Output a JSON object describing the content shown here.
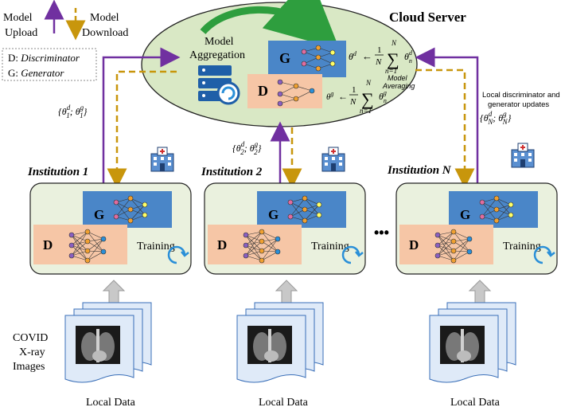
{
  "legend": {
    "upload": "Model Upload",
    "upload_l1": "Model",
    "upload_l2": "Upload",
    "download_l1": "Model",
    "download_l2": "Download",
    "upload_color": "#7030a0",
    "download_color": "#c8960c"
  },
  "definitions": {
    "d_prefix": "D: ",
    "d_term": "Discriminator",
    "g_prefix": "G: ",
    "g_term": "Generator"
  },
  "cloud": {
    "title": "Cloud Server",
    "aggregation_l1": "Model",
    "aggregation_l2": "Aggregation",
    "averaging_l1": "Model",
    "averaging_l2": "Averaging",
    "g_label": "G",
    "d_label": "D",
    "eq_d_lhs": "θ",
    "eq_d_sup": "d",
    "eq_arrow": "← ",
    "eq_frac_num": "1",
    "eq_frac_den": "N",
    "eq_sum": "∑",
    "eq_sum_top": "N",
    "eq_sum_bottom": "n=1",
    "eq_d_term": "θ",
    "eq_d_term_sub": "n",
    "eq_d_term_sup": "d",
    "eq_g_lhs": "θ",
    "eq_g_sup": "g",
    "eq_g_term_sup": "g",
    "fill_color": "#d9e8c5"
  },
  "updates_note_l1": "Local discriminator and",
  "updates_note_l2": "generator updates",
  "params": {
    "inst1": "{θ 1 ; θ 1 }",
    "inst1_sup_d": "d",
    "inst1_sup_g": "g",
    "inst1_sub": "1",
    "inst2_sub": "2",
    "instN_sub": "N",
    "open": "{θ",
    "sep": "; θ",
    "close": "}"
  },
  "institutions": [
    {
      "name": "Institution 1",
      "g": "G",
      "d": "D",
      "training": "Training"
    },
    {
      "name": "Institution 2",
      "g": "G",
      "d": "D",
      "training": "Training"
    },
    {
      "name": "Institution N",
      "g": "G",
      "d": "D",
      "training": "Training"
    }
  ],
  "ellipsis": "•••",
  "data_caption": [
    "COVID",
    "X-ray",
    "Images"
  ],
  "local_data": [
    "Local Data",
    "Local Data",
    "Local Data"
  ],
  "colors": {
    "g_panel": "#4a86c8",
    "d_panel": "#f6c6a6",
    "institution_fill": "#eaf1de",
    "refresh": "#2a8fd8"
  }
}
